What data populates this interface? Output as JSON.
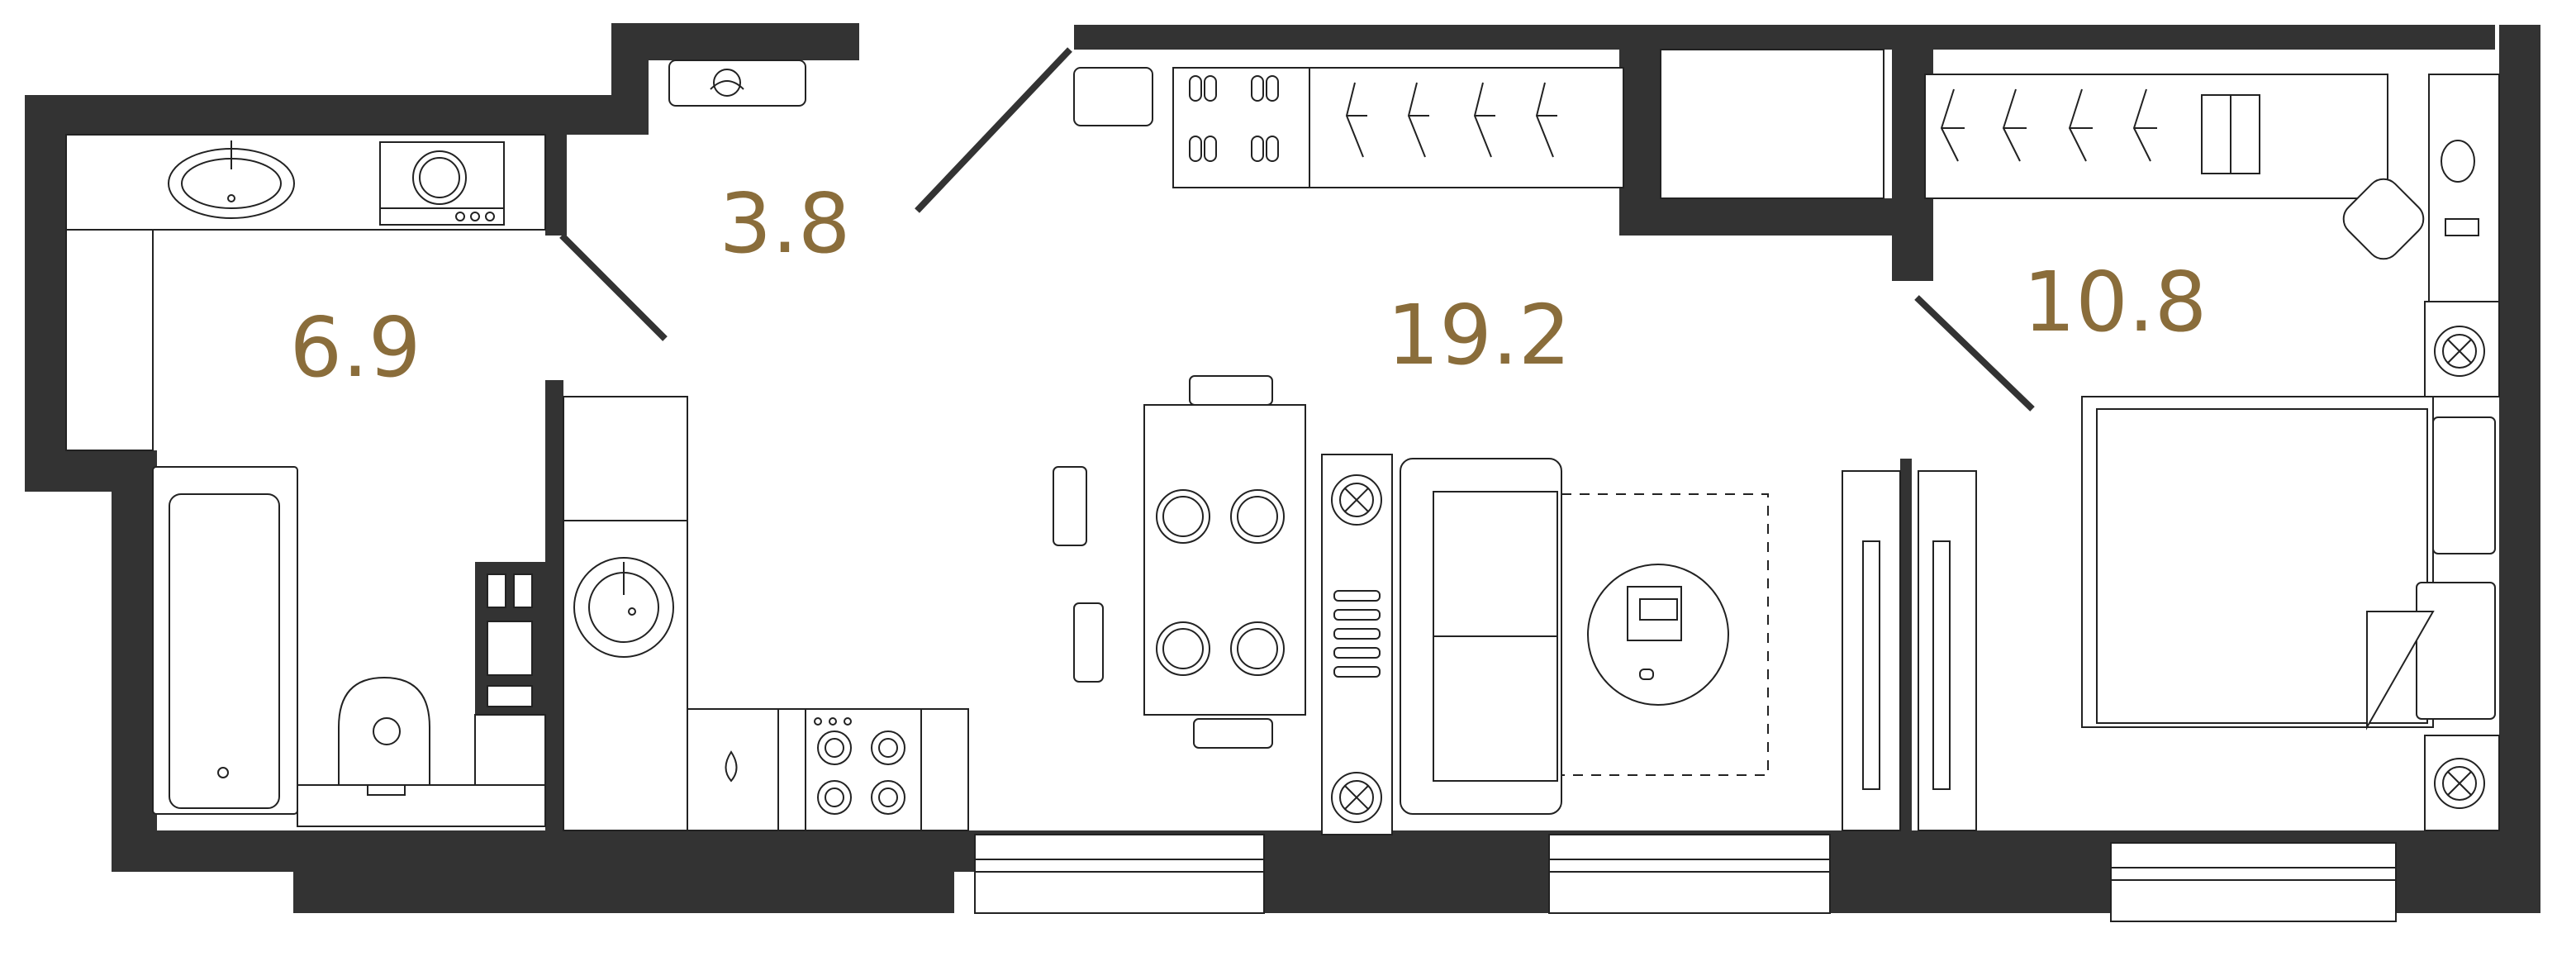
{
  "rooms": [
    {
      "id": "bathroom",
      "area": "6.9"
    },
    {
      "id": "hallway",
      "area": "3.8"
    },
    {
      "id": "living-room",
      "area": "19.2"
    },
    {
      "id": "bedroom",
      "area": "10.8"
    }
  ],
  "colors": {
    "wall": "#333333",
    "area_label": "#8a6d3b",
    "furniture_stroke": "#222222",
    "background": "#ffffff"
  }
}
